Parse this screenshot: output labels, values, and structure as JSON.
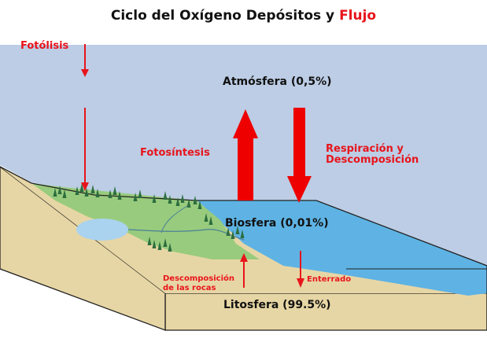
{
  "title": {
    "main": "Ciclo del Oxígeno  Depósitos y",
    "flow_word": "Flujo"
  },
  "labels": {
    "photolysis": "Fotólisis",
    "atmosphere": "Atmósfera (0,5%)",
    "photosynthesis": "Fotosíntesis",
    "respiration_line1": "Respiración y",
    "respiration_line2": "Descomposición",
    "biosphere": "Biosfera (0,01%)",
    "rock_decomp_line1": "Descomposición",
    "rock_decomp_line2": "de las rocas",
    "buried": "Enterrado",
    "lithosphere": "Litosfera (99.5%)"
  },
  "colors": {
    "sky": "#bccde5",
    "ocean": "#5eb3e4",
    "land": "#e7d6a5",
    "grass": "#98cb7d",
    "tree": "#2c6d3e",
    "flow_arrow": "#ee0000",
    "text_red": "#e8141b"
  }
}
